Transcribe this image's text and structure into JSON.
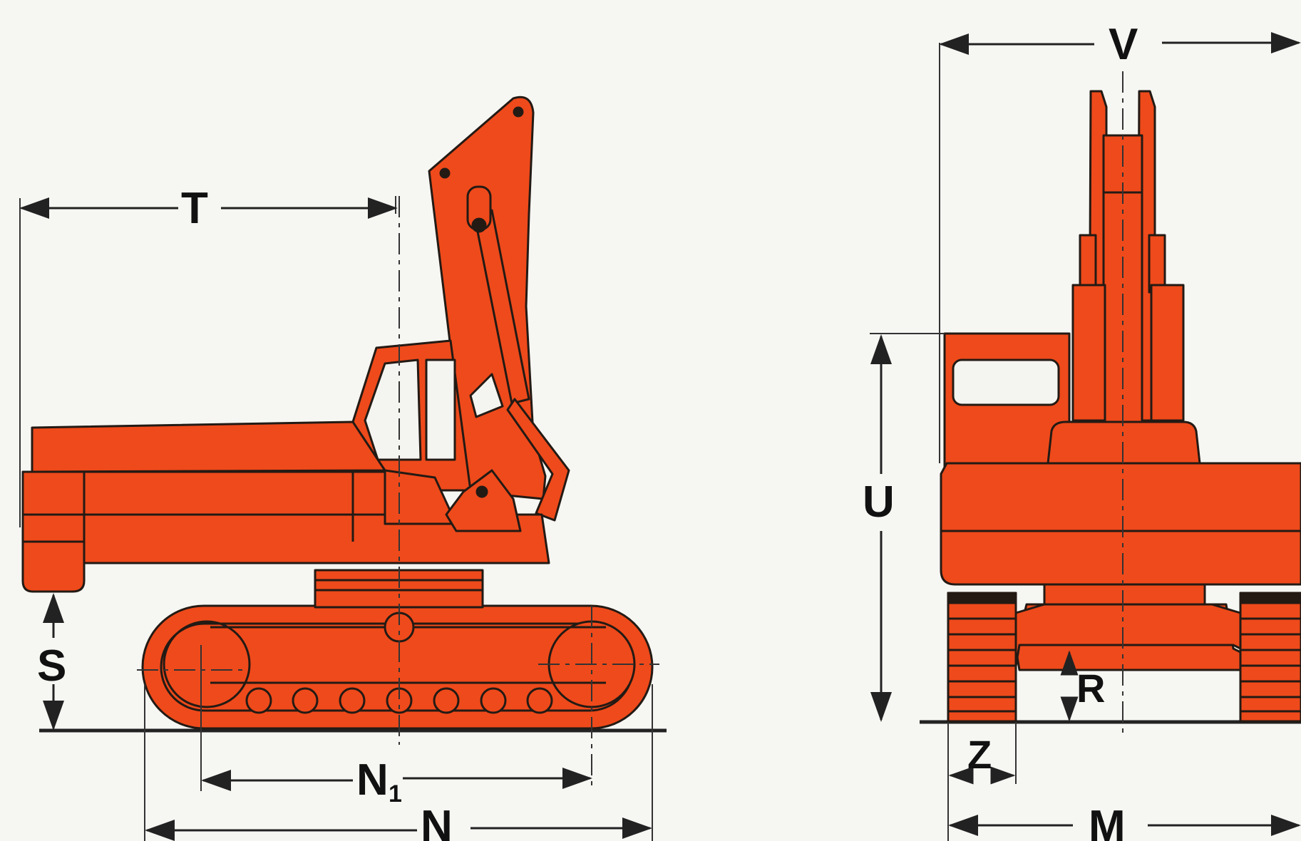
{
  "side_view": {
    "dims": {
      "T": "T",
      "S": "S",
      "N1_main": "N",
      "N1_sub": "1",
      "N": "N"
    }
  },
  "front_view": {
    "dims": {
      "V": "V",
      "U": "U",
      "R": "R",
      "Z": "Z",
      "M": "M"
    }
  },
  "colors": {
    "machine": "#ef4a1b",
    "outline": "#231a14",
    "line": "#222222",
    "background": "#f6f6f3",
    "glass": "#f4f4f0"
  }
}
